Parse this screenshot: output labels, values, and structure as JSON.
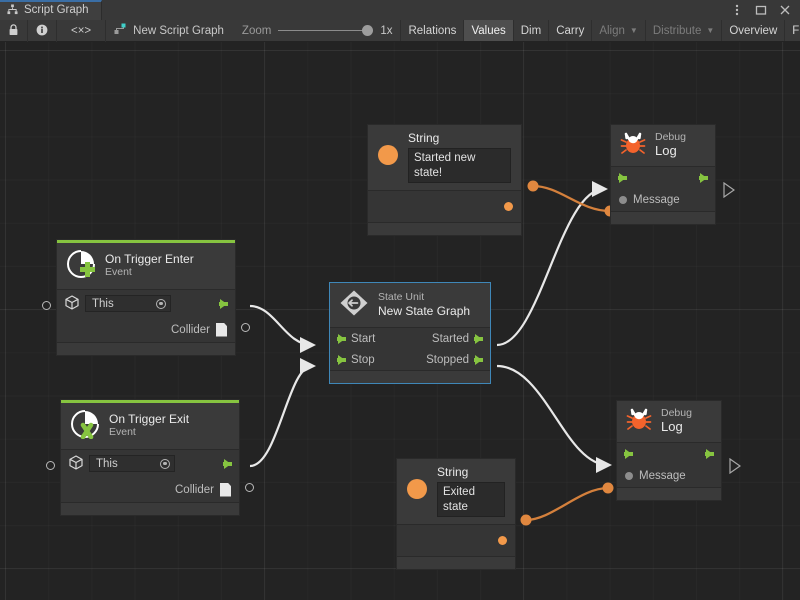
{
  "window": {
    "tab_label": "Script Graph",
    "tab_icon": "graph-icon",
    "buttons": {
      "menu": "⋮",
      "maximize": "□",
      "close": "✕"
    }
  },
  "toolbar": {
    "lock_icon": "lock-icon",
    "info_icon": "info-icon",
    "code_icon": "<×>",
    "graph_name": "New Script Graph",
    "zoom_label": "Zoom",
    "zoom_value": "1x",
    "items": [
      {
        "label": "Relations",
        "state": "normal",
        "caret": false
      },
      {
        "label": "Values",
        "state": "active",
        "caret": false
      },
      {
        "label": "Dim",
        "state": "normal",
        "caret": false
      },
      {
        "label": "Carry",
        "state": "normal",
        "caret": false
      },
      {
        "label": "Align",
        "state": "dim",
        "caret": true
      },
      {
        "label": "Distribute",
        "state": "dim",
        "caret": true
      },
      {
        "label": "Overview",
        "state": "normal",
        "caret": false
      },
      {
        "label": "Full Scr",
        "state": "normal",
        "caret": false
      }
    ]
  },
  "nodes": {
    "string_top": {
      "title": "String",
      "value": "Started new state!",
      "icon": "string-circle-icon",
      "output_port": "value-output-port"
    },
    "string_bottom": {
      "title": "String",
      "value": "Exited state",
      "icon": "string-circle-icon",
      "output_port": "value-output-port"
    },
    "debug_log_top": {
      "subtitle": "Debug",
      "title": "Log",
      "icon": "bug-icon",
      "message_label": "Message"
    },
    "debug_log_bottom": {
      "subtitle": "Debug",
      "title": "Log",
      "icon": "bug-icon",
      "message_label": "Message"
    },
    "on_trigger_enter": {
      "title": "On Trigger Enter",
      "subtitle": "Event",
      "icon": "collider-enter-icon",
      "target_value": "This",
      "collider_label": "Collider"
    },
    "on_trigger_exit": {
      "title": "On Trigger Exit",
      "subtitle": "Event",
      "icon": "collider-exit-icon",
      "target_value": "This",
      "collider_label": "Collider"
    },
    "state_unit": {
      "subtitle": "State Unit",
      "title": "New  State  Graph",
      "icon": "state-unit-icon",
      "in_start": "Start",
      "in_stop": "Stop",
      "out_started": "Started",
      "out_stopped": "Stopped",
      "selected": true
    }
  },
  "colors": {
    "accent_green": "#86c440",
    "accent_orange": "#f2994a",
    "wire_control": "#e8e8e8",
    "wire_value": "#d4803c",
    "selection": "#3f87b8",
    "canvas_bg": "#232323",
    "node_bg": "#3a3a3a",
    "toolbar_bg": "#393939"
  }
}
